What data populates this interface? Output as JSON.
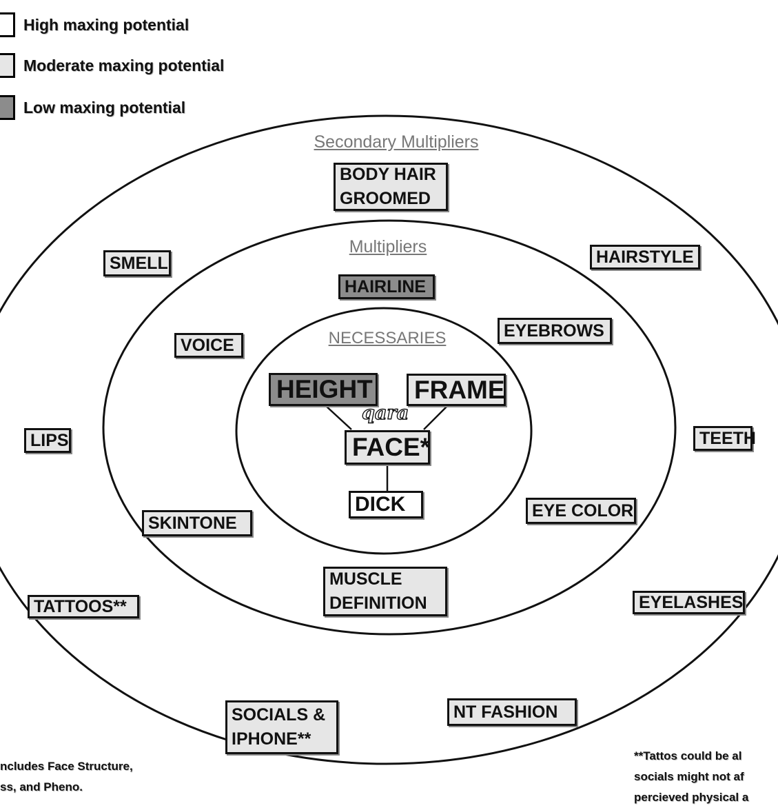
{
  "legend": [
    {
      "label": "High maxing potential",
      "color": "#ffffff"
    },
    {
      "label": "Moderate maxing potential",
      "color": "#e6e6e6"
    },
    {
      "label": "Low maxing potential",
      "color": "#8c8c8c"
    }
  ],
  "rings": {
    "secondary": "Secondary Multipliers",
    "multipliers": "Multipliers",
    "necessaries": "NECESSARIES"
  },
  "boxes": {
    "body_hair": [
      "BODY HAIR",
      "GROOMED"
    ],
    "smell": "SMELL",
    "hairstyle": "HAIRSTYLE",
    "hairline": "HAIRLINE",
    "voice": "VOICE",
    "eyebrows": "EYEBROWS",
    "lips": "LIPS",
    "teeth": "TEETH",
    "height": "HEIGHT",
    "frame": "FRAME",
    "face": "FACE*",
    "dick": "DICK",
    "skintone": "SKINTONE",
    "eye_color": "EYE COLOR",
    "muscle": [
      "MUSCLE",
      "DEFINITION"
    ],
    "tattoos": "TATTOOS**",
    "eyelashes": "EYELASHES",
    "socials": [
      "SOCIALS &",
      "IPHONE**"
    ],
    "nt_fashion": "NT FASHION"
  },
  "annotation": "qara",
  "footnotes": {
    "left": [
      "ncludes Face Structure,",
      "ss, and Pheno."
    ],
    "right": [
      "**Tattos could be al",
      "socials might not af",
      "percieved physical a"
    ]
  }
}
